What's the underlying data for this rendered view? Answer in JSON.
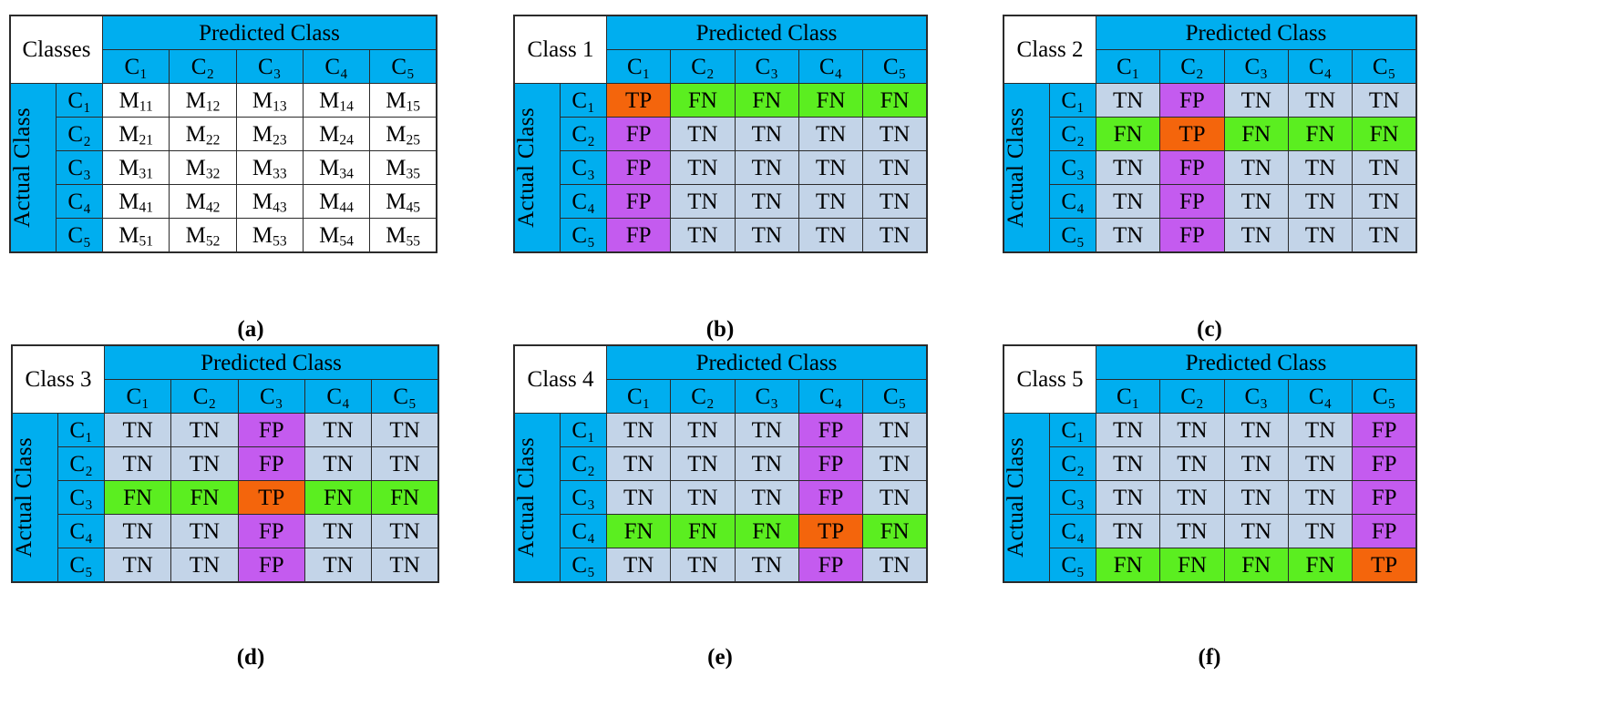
{
  "figure": {
    "headers": {
      "predicted_class": "Predicted Class",
      "actual_class": "Actual Class"
    },
    "class_labels": [
      "C₁",
      "C₂",
      "C₃",
      "C₄",
      "C₅"
    ],
    "colors": {
      "header_blue": "#00aeef",
      "tn": "#c3d4e8",
      "tp": "#f4650c",
      "fn": "#5bee20",
      "fp": "#c45bef",
      "border": "#2b2b2b",
      "plain": "#ffffff"
    },
    "legend_terms": {
      "tp": "TP",
      "tn": "TN",
      "fp": "FP",
      "fn": "FN"
    }
  },
  "panels": [
    {
      "id": "a",
      "caption": "(a)",
      "corner_label": "Classes",
      "col_headers": [
        "C₁",
        "C₂",
        "C₃",
        "C₄",
        "C₅"
      ],
      "row_headers": [
        "C₁",
        "C₂",
        "C₃",
        "C₄",
        "C₅"
      ],
      "cells": [
        [
          {
            "t": "M11",
            "k": "white"
          },
          {
            "t": "M12",
            "k": "white"
          },
          {
            "t": "M13",
            "k": "white"
          },
          {
            "t": "M14",
            "k": "white"
          },
          {
            "t": "M15",
            "k": "white"
          }
        ],
        [
          {
            "t": "M21",
            "k": "white"
          },
          {
            "t": "M22",
            "k": "white"
          },
          {
            "t": "M23",
            "k": "white"
          },
          {
            "t": "M24",
            "k": "white"
          },
          {
            "t": "M25",
            "k": "white"
          }
        ],
        [
          {
            "t": "M31",
            "k": "white"
          },
          {
            "t": "M32",
            "k": "white"
          },
          {
            "t": "M33",
            "k": "white"
          },
          {
            "t": "M34",
            "k": "white"
          },
          {
            "t": "M35",
            "k": "white"
          }
        ],
        [
          {
            "t": "M41",
            "k": "white"
          },
          {
            "t": "M42",
            "k": "white"
          },
          {
            "t": "M43",
            "k": "white"
          },
          {
            "t": "M44",
            "k": "white"
          },
          {
            "t": "M45",
            "k": "white"
          }
        ],
        [
          {
            "t": "M51",
            "k": "white"
          },
          {
            "t": "M52",
            "k": "white"
          },
          {
            "t": "M53",
            "k": "white"
          },
          {
            "t": "M54",
            "k": "white"
          },
          {
            "t": "M55",
            "k": "white"
          }
        ]
      ]
    },
    {
      "id": "b",
      "caption": "(b)",
      "corner_label": "Class 1",
      "col_headers": [
        "C₁",
        "C₂",
        "C₃",
        "C₄",
        "C₅"
      ],
      "row_headers": [
        "C₁",
        "C₂",
        "C₃",
        "C₄",
        "C₅"
      ],
      "cells": [
        [
          {
            "t": "TP",
            "k": "tp"
          },
          {
            "t": "FN",
            "k": "fn"
          },
          {
            "t": "FN",
            "k": "fn"
          },
          {
            "t": "FN",
            "k": "fn"
          },
          {
            "t": "FN",
            "k": "fn"
          }
        ],
        [
          {
            "t": "FP",
            "k": "fp"
          },
          {
            "t": "TN",
            "k": "tn"
          },
          {
            "t": "TN",
            "k": "tn"
          },
          {
            "t": "TN",
            "k": "tn"
          },
          {
            "t": "TN",
            "k": "tn"
          }
        ],
        [
          {
            "t": "FP",
            "k": "fp"
          },
          {
            "t": "TN",
            "k": "tn"
          },
          {
            "t": "TN",
            "k": "tn"
          },
          {
            "t": "TN",
            "k": "tn"
          },
          {
            "t": "TN",
            "k": "tn"
          }
        ],
        [
          {
            "t": "FP",
            "k": "fp"
          },
          {
            "t": "TN",
            "k": "tn"
          },
          {
            "t": "TN",
            "k": "tn"
          },
          {
            "t": "TN",
            "k": "tn"
          },
          {
            "t": "TN",
            "k": "tn"
          }
        ],
        [
          {
            "t": "FP",
            "k": "fp"
          },
          {
            "t": "TN",
            "k": "tn"
          },
          {
            "t": "TN",
            "k": "tn"
          },
          {
            "t": "TN",
            "k": "tn"
          },
          {
            "t": "TN",
            "k": "tn"
          }
        ]
      ]
    },
    {
      "id": "c",
      "caption": "(c)",
      "corner_label": "Class 2",
      "col_headers": [
        "C₁",
        "C₂",
        "C₃",
        "C₄",
        "C₅"
      ],
      "row_headers": [
        "C₁",
        "C₂",
        "C₃",
        "C₄",
        "C₅"
      ],
      "cells": [
        [
          {
            "t": "TN",
            "k": "tn"
          },
          {
            "t": "FP",
            "k": "fp"
          },
          {
            "t": "TN",
            "k": "tn"
          },
          {
            "t": "TN",
            "k": "tn"
          },
          {
            "t": "TN",
            "k": "tn"
          }
        ],
        [
          {
            "t": "FN",
            "k": "fn"
          },
          {
            "t": "TP",
            "k": "tp"
          },
          {
            "t": "FN",
            "k": "fn"
          },
          {
            "t": "FN",
            "k": "fn"
          },
          {
            "t": "FN",
            "k": "fn"
          }
        ],
        [
          {
            "t": "TN",
            "k": "tn"
          },
          {
            "t": "FP",
            "k": "fp"
          },
          {
            "t": "TN",
            "k": "tn"
          },
          {
            "t": "TN",
            "k": "tn"
          },
          {
            "t": "TN",
            "k": "tn"
          }
        ],
        [
          {
            "t": "TN",
            "k": "tn"
          },
          {
            "t": "FP",
            "k": "fp"
          },
          {
            "t": "TN",
            "k": "tn"
          },
          {
            "t": "TN",
            "k": "tn"
          },
          {
            "t": "TN",
            "k": "tn"
          }
        ],
        [
          {
            "t": "TN",
            "k": "tn"
          },
          {
            "t": "FP",
            "k": "fp"
          },
          {
            "t": "TN",
            "k": "tn"
          },
          {
            "t": "TN",
            "k": "tn"
          },
          {
            "t": "TN",
            "k": "tn"
          }
        ]
      ]
    },
    {
      "id": "d",
      "caption": "(d)",
      "corner_label": "Class 3",
      "col_headers": [
        "C₁",
        "C₂",
        "C₃",
        "C₄",
        "C₅"
      ],
      "row_headers": [
        "C₁",
        "C₂",
        "C₃",
        "C₄",
        "C₅"
      ],
      "cells": [
        [
          {
            "t": "TN",
            "k": "tn"
          },
          {
            "t": "TN",
            "k": "tn"
          },
          {
            "t": "FP",
            "k": "fp"
          },
          {
            "t": "TN",
            "k": "tn"
          },
          {
            "t": "TN",
            "k": "tn"
          }
        ],
        [
          {
            "t": "TN",
            "k": "tn"
          },
          {
            "t": "TN",
            "k": "tn"
          },
          {
            "t": "FP",
            "k": "fp"
          },
          {
            "t": "TN",
            "k": "tn"
          },
          {
            "t": "TN",
            "k": "tn"
          }
        ],
        [
          {
            "t": "FN",
            "k": "fn"
          },
          {
            "t": "FN",
            "k": "fn"
          },
          {
            "t": "TP",
            "k": "tp"
          },
          {
            "t": "FN",
            "k": "fn"
          },
          {
            "t": "FN",
            "k": "fn"
          }
        ],
        [
          {
            "t": "TN",
            "k": "tn"
          },
          {
            "t": "TN",
            "k": "tn"
          },
          {
            "t": "FP",
            "k": "fp"
          },
          {
            "t": "TN",
            "k": "tn"
          },
          {
            "t": "TN",
            "k": "tn"
          }
        ],
        [
          {
            "t": "TN",
            "k": "tn"
          },
          {
            "t": "TN",
            "k": "tn"
          },
          {
            "t": "FP",
            "k": "fp"
          },
          {
            "t": "TN",
            "k": "tn"
          },
          {
            "t": "TN",
            "k": "tn"
          }
        ]
      ]
    },
    {
      "id": "e",
      "caption": "(e)",
      "corner_label": "Class 4",
      "col_headers": [
        "C₁",
        "C₂",
        "C₃",
        "C₄",
        "C₅"
      ],
      "row_headers": [
        "C₁",
        "C₂",
        "C₃",
        "C₄",
        "C₅"
      ],
      "cells": [
        [
          {
            "t": "TN",
            "k": "tn"
          },
          {
            "t": "TN",
            "k": "tn"
          },
          {
            "t": "TN",
            "k": "tn"
          },
          {
            "t": "FP",
            "k": "fp"
          },
          {
            "t": "TN",
            "k": "tn"
          }
        ],
        [
          {
            "t": "TN",
            "k": "tn"
          },
          {
            "t": "TN",
            "k": "tn"
          },
          {
            "t": "TN",
            "k": "tn"
          },
          {
            "t": "FP",
            "k": "fp"
          },
          {
            "t": "TN",
            "k": "tn"
          }
        ],
        [
          {
            "t": "TN",
            "k": "tn"
          },
          {
            "t": "TN",
            "k": "tn"
          },
          {
            "t": "TN",
            "k": "tn"
          },
          {
            "t": "FP",
            "k": "fp"
          },
          {
            "t": "TN",
            "k": "tn"
          }
        ],
        [
          {
            "t": "FN",
            "k": "fn"
          },
          {
            "t": "FN",
            "k": "fn"
          },
          {
            "t": "FN",
            "k": "fn"
          },
          {
            "t": "TP",
            "k": "tp"
          },
          {
            "t": "FN",
            "k": "fn"
          }
        ],
        [
          {
            "t": "TN",
            "k": "tn"
          },
          {
            "t": "TN",
            "k": "tn"
          },
          {
            "t": "TN",
            "k": "tn"
          },
          {
            "t": "FP",
            "k": "fp"
          },
          {
            "t": "TN",
            "k": "tn"
          }
        ]
      ]
    },
    {
      "id": "f",
      "caption": "(f)",
      "corner_label": "Class 5",
      "col_headers": [
        "C₁",
        "C₂",
        "C₃",
        "C₄",
        "C₅"
      ],
      "row_headers": [
        "C₁",
        "C₂",
        "C₃",
        "C₄",
        "C₅"
      ],
      "cells": [
        [
          {
            "t": "TN",
            "k": "tn"
          },
          {
            "t": "TN",
            "k": "tn"
          },
          {
            "t": "TN",
            "k": "tn"
          },
          {
            "t": "TN",
            "k": "tn"
          },
          {
            "t": "FP",
            "k": "fp"
          }
        ],
        [
          {
            "t": "TN",
            "k": "tn"
          },
          {
            "t": "TN",
            "k": "tn"
          },
          {
            "t": "TN",
            "k": "tn"
          },
          {
            "t": "TN",
            "k": "tn"
          },
          {
            "t": "FP",
            "k": "fp"
          }
        ],
        [
          {
            "t": "TN",
            "k": "tn"
          },
          {
            "t": "TN",
            "k": "tn"
          },
          {
            "t": "TN",
            "k": "tn"
          },
          {
            "t": "TN",
            "k": "tn"
          },
          {
            "t": "FP",
            "k": "fp"
          }
        ],
        [
          {
            "t": "TN",
            "k": "tn"
          },
          {
            "t": "TN",
            "k": "tn"
          },
          {
            "t": "TN",
            "k": "tn"
          },
          {
            "t": "TN",
            "k": "tn"
          },
          {
            "t": "FP",
            "k": "fp"
          }
        ],
        [
          {
            "t": "FN",
            "k": "fn"
          },
          {
            "t": "FN",
            "k": "fn"
          },
          {
            "t": "FN",
            "k": "fn"
          },
          {
            "t": "FN",
            "k": "fn"
          },
          {
            "t": "TP",
            "k": "tp"
          }
        ]
      ]
    }
  ]
}
